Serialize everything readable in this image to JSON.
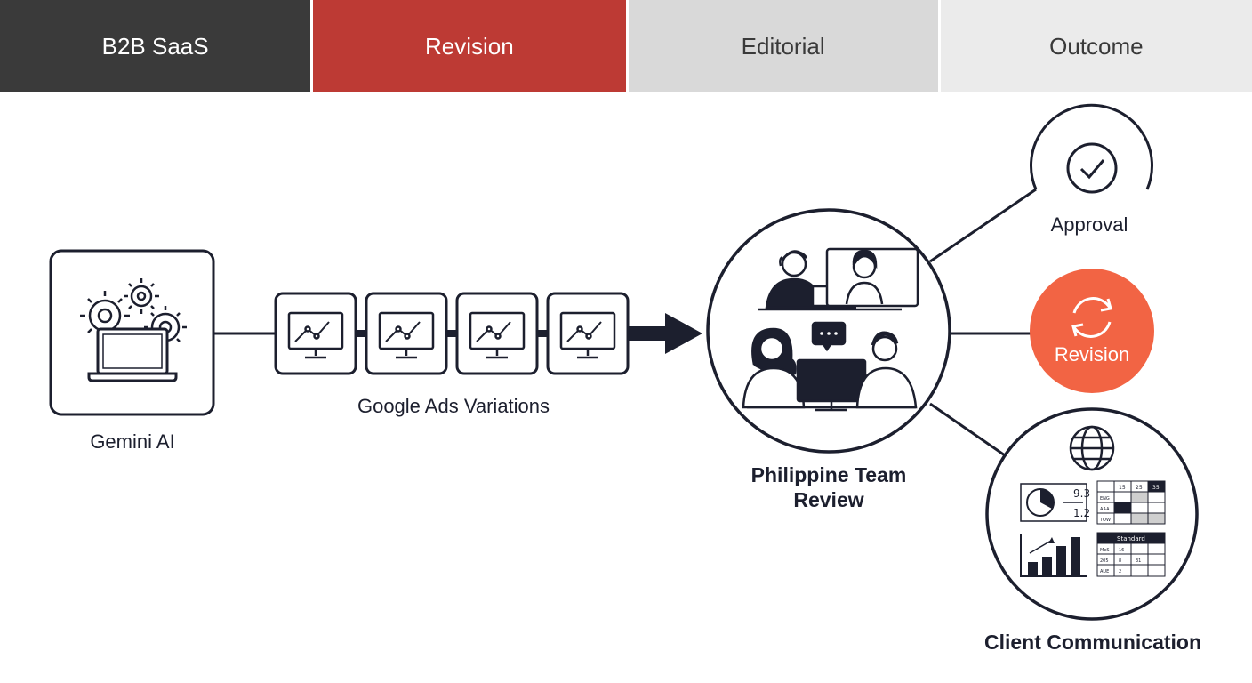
{
  "tabs": [
    {
      "label": "B2B SaaS"
    },
    {
      "label": "Revision"
    },
    {
      "label": "Editorial"
    },
    {
      "label": "Outcome"
    }
  ],
  "nodes": {
    "source": {
      "label": "Gemini AI"
    },
    "variations": {
      "label": "Google Ads Variations"
    },
    "review": {
      "line1": "Philippine Team",
      "line2": "Review"
    },
    "approval": {
      "label": "Approval"
    },
    "revision": {
      "label": "Revision"
    },
    "client": {
      "label": "Client Communication"
    }
  },
  "dashboard": {
    "metric_top": "9.3",
    "metric_bottom": "1.2",
    "grid1": {
      "headers": [
        "15",
        "25",
        "35"
      ],
      "rows": [
        "ENG",
        "AAA",
        "TOW"
      ]
    },
    "grid2": {
      "header": "Standard",
      "rows": [
        [
          "MeS",
          "16"
        ],
        [
          "205",
          "8",
          "31"
        ],
        [
          "AUE",
          "2"
        ]
      ]
    }
  },
  "colors": {
    "ink": "#1c1f2e",
    "tab_dark": "#3a3a3a",
    "tab_red": "#bd3a34",
    "tab_grey": "#d9d9d9",
    "tab_light": "#ebebeb",
    "revision_orange": "#f26444"
  }
}
